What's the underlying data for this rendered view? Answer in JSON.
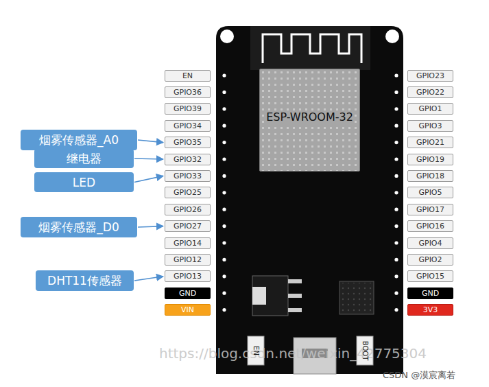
{
  "diagram": {
    "nodes": [
      {
        "text": [
          "烟雾传感器_A0"
        ]
      },
      {
        "text": [
          "继电器"
        ]
      },
      {
        "text": [
          "LED"
        ]
      },
      {
        "text": [
          "烟雾传感器_D0"
        ]
      },
      {
        "text": [
          "DHT11传感器"
        ]
      },
      {
        "text": [
          "EN"
        ]
      },
      {
        "text": [
          "GPIO36"
        ]
      },
      {
        "text": [
          "GPIO39"
        ]
      },
      {
        "text": [
          "GPIO34"
        ]
      },
      {
        "text": [
          "GPIO35"
        ]
      },
      {
        "text": [
          "GPIO32"
        ]
      },
      {
        "text": [
          "GPIO33"
        ]
      },
      {
        "text": [
          "GPIO25"
        ]
      },
      {
        "text": [
          "GPIO26"
        ]
      },
      {
        "text": [
          "GPIO27"
        ]
      },
      {
        "text": [
          "GPIO14"
        ]
      },
      {
        "text": [
          "GPIO12"
        ]
      },
      {
        "text": [
          "GPIO13"
        ]
      },
      {
        "text": [
          "GND"
        ]
      },
      {
        "text": [
          "VIN"
        ]
      },
      {
        "text": [
          "ESP-WROOM-32"
        ]
      },
      {
        "text": [
          "GPIO23"
        ]
      },
      {
        "text": [
          "GPIO22"
        ]
      },
      {
        "text": [
          "GPIO1"
        ]
      },
      {
        "text": [
          "GPIO3"
        ]
      },
      {
        "text": [
          "GPIO21"
        ]
      },
      {
        "text": [
          "GPIO19"
        ]
      },
      {
        "text": [
          "GPIO18"
        ]
      },
      {
        "text": [
          "GPIO5"
        ]
      },
      {
        "text": [
          "GPIO17"
        ]
      },
      {
        "text": [
          "GPIO16"
        ]
      },
      {
        "text": [
          "GPIO4"
        ]
      },
      {
        "text": [
          "GPIO2"
        ]
      },
      {
        "text": [
          "GPIO15"
        ]
      },
      {
        "text": [
          "GND"
        ]
      },
      {
        "text": [
          "3V3"
        ]
      }
    ],
    "edges": [
      {
        "from": 0,
        "to": 9,
        "arrow": "to"
      },
      {
        "from": 1,
        "to": 10,
        "arrow": "to"
      },
      {
        "from": 2,
        "to": 11,
        "arrow": "to"
      },
      {
        "from": 3,
        "to": 14,
        "arrow": "to"
      },
      {
        "from": 4,
        "to": 17,
        "arrow": "to"
      }
    ],
    "labels": [
      "https://blog.csdn.net/weixin_42775304",
      "CSDN @漠宸离若",
      "EN",
      "BOOT"
    ]
  }
}
